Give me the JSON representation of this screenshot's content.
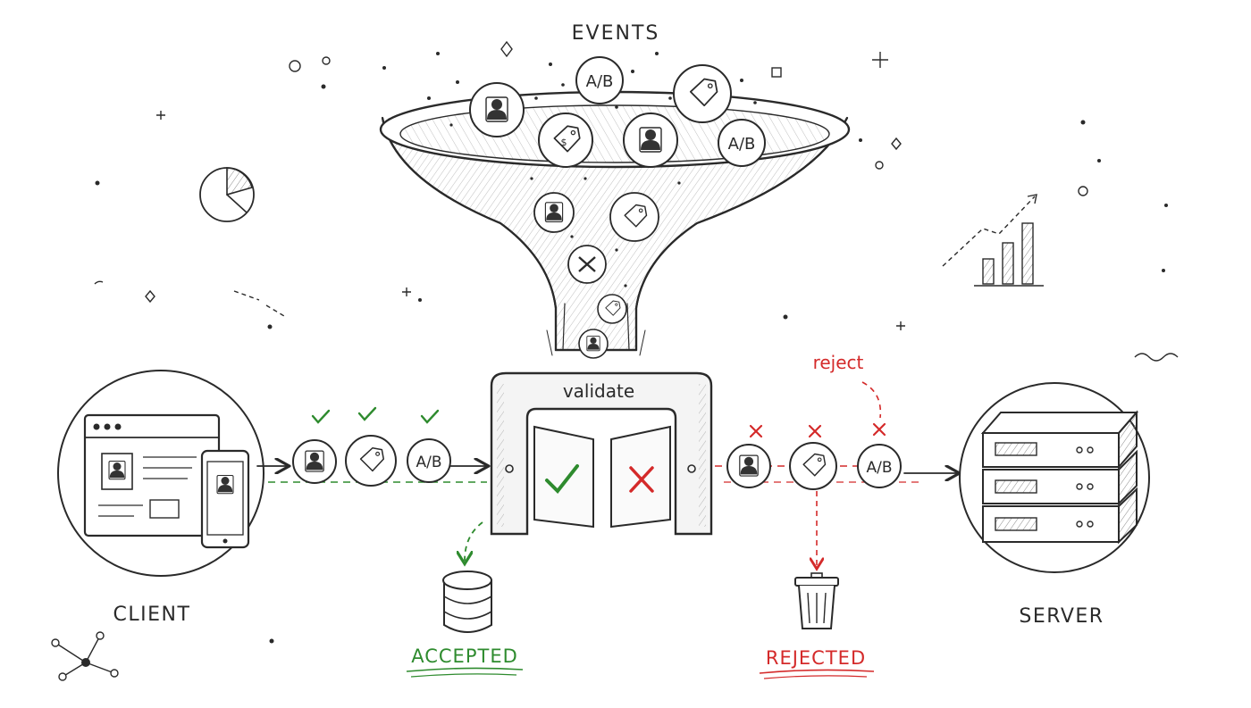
{
  "labels": {
    "events": "EVENTS",
    "validate": "validate",
    "reject_note": "reject",
    "client": "CLIENT",
    "server": "SERVER",
    "accepted": "ACCEPTED",
    "rejected": "REJECTED"
  },
  "tokens": {
    "ab": "A/B",
    "dollar": "$"
  },
  "colors": {
    "ink": "#2a2a2a",
    "accepted": "#2e8b2e",
    "rejected": "#d42a2a"
  },
  "icons": [
    "user-icon",
    "price-tag-icon",
    "ab-test-icon",
    "checkmark-icon",
    "x-mark-icon",
    "database-icon",
    "trash-can-icon",
    "server-rack-icon",
    "browser-window-icon",
    "phone-icon",
    "pie-chart-icon",
    "bar-chart-icon",
    "network-icon"
  ]
}
